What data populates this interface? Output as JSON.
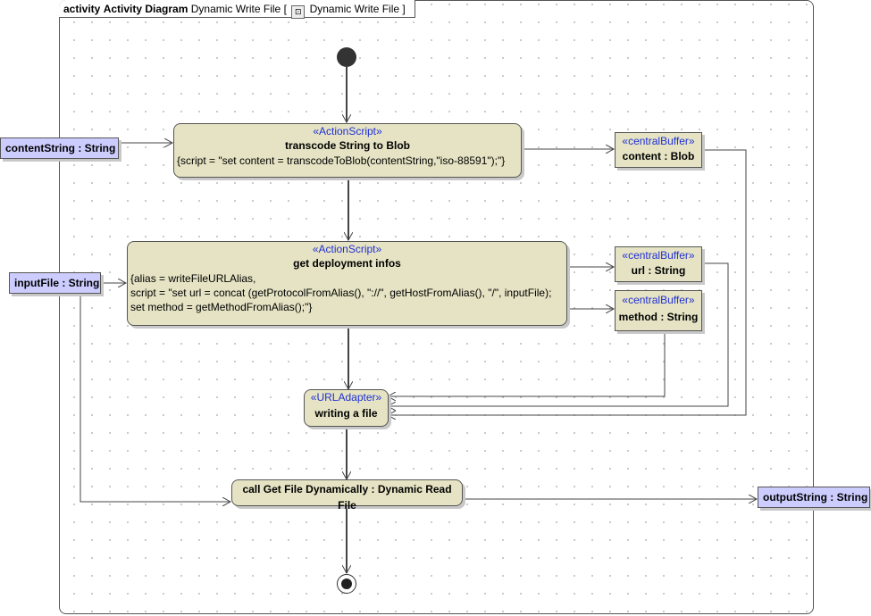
{
  "frame": {
    "keyword": "activity",
    "kind": "Activity Diagram",
    "name": "Dynamic Write File",
    "ref_bracket_open": "[",
    "ref_name": "Dynamic Write File",
    "ref_bracket_close": "]",
    "ref_icon": "activity-diagram-icon"
  },
  "actions": {
    "transcode": {
      "stereotype": "«ActionScript»",
      "title": "transcode String to Blob",
      "body": "{script = \"set content = transcodeToBlob(contentString,\"iso-88591\");\"}"
    },
    "deploy": {
      "stereotype": "«ActionScript»",
      "title": "get deployment infos",
      "body_lines": [
        "{alias = writeFileURLAlias,",
        "script = \"set url = concat (getProtocolFromAlias(), \"://\", getHostFromAlias(), \"/\", inputFile);",
        "set method = getMethodFromAlias();\"}"
      ]
    },
    "writing": {
      "stereotype": "«URLAdapter»",
      "title": "writing a file"
    },
    "call": {
      "title": "call Get File Dynamically : Dynamic Read File"
    }
  },
  "buffers": {
    "content": {
      "stereotype": "«centralBuffer»",
      "title": "content : Blob"
    },
    "url": {
      "stereotype": "«centralBuffer»",
      "title": "url : String"
    },
    "method": {
      "stereotype": "«centralBuffer»",
      "title": "method : String"
    }
  },
  "params": {
    "contentString": "contentString : String",
    "inputFile": "inputFile : String",
    "outputString": "outputString : String"
  },
  "colors": {
    "action_fill": "#e5e3c3",
    "param_fill": "#ccccff",
    "stereotype_text": "#1f2fd6",
    "line": "#444444"
  }
}
